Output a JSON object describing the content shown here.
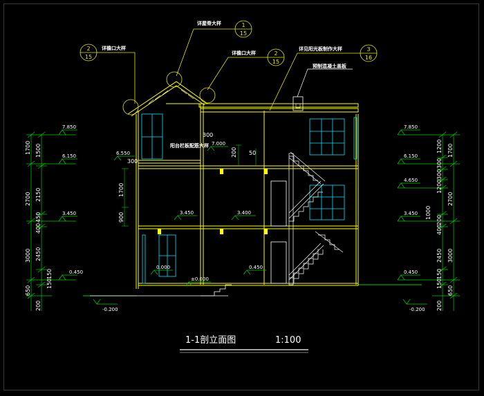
{
  "drawing": {
    "title": "1-1剖立面图",
    "scale": "1:100",
    "colors": {
      "background": "#000000",
      "structure": "#ffff00",
      "dimension": "#00cc00",
      "window": "#00e5ff",
      "text": "#ffffff",
      "callout": "#e6e600",
      "stair": "#ffffff"
    }
  },
  "callouts": {
    "ridge": {
      "label": "详屋脊大样",
      "number": "1",
      "sheet": "15"
    },
    "eave_left": {
      "label": "详檐口大样",
      "number": "2",
      "sheet": "15"
    },
    "eave_right": {
      "label": "详檐口大样",
      "number": "2",
      "sheet": "15"
    },
    "skylight": {
      "label": "详见阳光板制作大样",
      "number": "3",
      "sheet": "16"
    },
    "precast": {
      "label": "预制混凝土盖板"
    },
    "balcony_note": {
      "label": "阳台栏板配筋大样"
    }
  },
  "elevations_left": {
    "e1": "7.850",
    "e2": "6.150",
    "e3": "3.450",
    "e4": "0.450",
    "e5": "-0.200"
  },
  "elevations_right": {
    "e1": "7.850",
    "e2": "6.150",
    "e3": "4.650",
    "e4": "3.450",
    "e5": "0.450",
    "e6": "-0.200"
  },
  "elevations_inner": {
    "a": "6.550",
    "b": "7.000",
    "c": "3.450",
    "d": "3.400",
    "e": "0.000",
    "f": "±0.000",
    "g": "0.450"
  },
  "dims_left_outer": [
    "1700",
    "2700",
    "3000",
    "650"
  ],
  "dims_left_inner": [
    "1500",
    "2150",
    "450",
    "400",
    "2450",
    "150",
    "150",
    "200"
  ],
  "dims_right_inner": [
    "1200",
    "300",
    "1200",
    "300",
    "200",
    "400",
    "2450",
    "150",
    "150",
    "200"
  ],
  "dims_right_outer": [
    "1700",
    "2700",
    "3000",
    "650"
  ],
  "dims_misc": {
    "d300a": "300",
    "d300b": "300",
    "d200": "200",
    "d50": "50",
    "d1700": "1700",
    "d900": "900",
    "d1000": "1000"
  }
}
